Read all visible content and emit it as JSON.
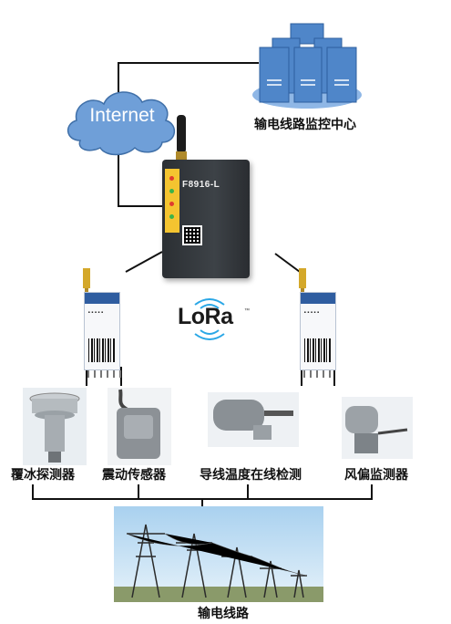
{
  "cloud_label": "Internet",
  "monitoring_center_label": "输电线路监控中心",
  "router": {
    "model": "F8916-L"
  },
  "lora_label": "LoRa",
  "lora_tm": "™",
  "sensors": [
    {
      "label": "覆冰探测器",
      "icon": "ice-coating-detector-icon"
    },
    {
      "label": "震动传感器",
      "icon": "vibration-sensor-icon"
    },
    {
      "label": "导线温度在线检测",
      "icon": "conductor-temperature-sensor-icon"
    },
    {
      "label": "风偏监测器",
      "icon": "wind-deviation-monitor-icon"
    }
  ],
  "transmission_line_label": "输电线路",
  "colors": {
    "cloud_fill": "#6f9fd8",
    "server_blue": "#4f86c9",
    "server_base": "#8fb7e6",
    "router_body": "#33383d",
    "router_accent": "#f4c430",
    "module_blue": "#2f5da0",
    "lora_waves": "#2aa7e6",
    "sky": "#cfe6f6",
    "ground": "#8a9a6a",
    "line": "#111111"
  }
}
